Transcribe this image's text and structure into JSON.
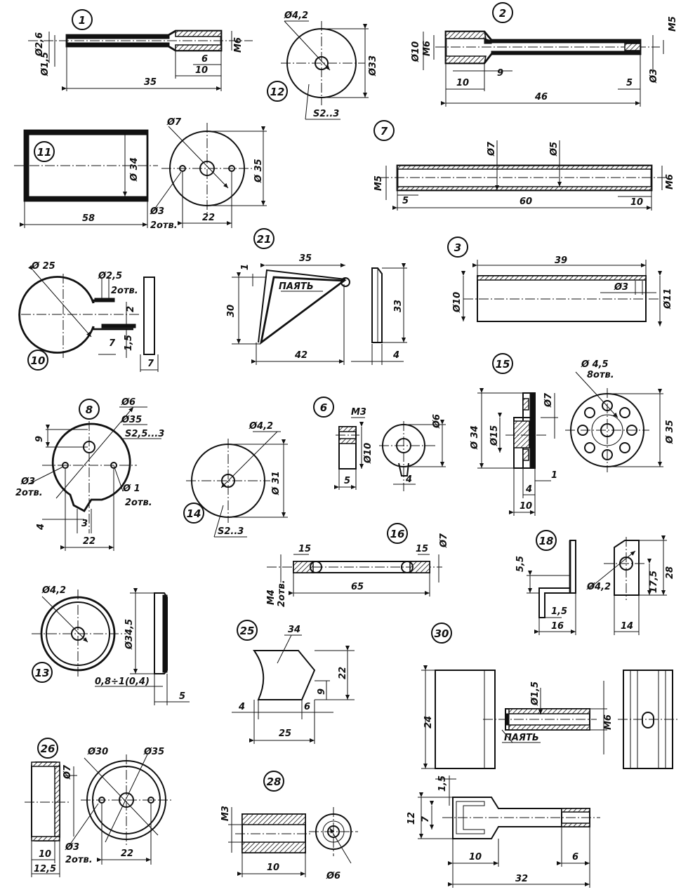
{
  "parts": [
    {
      "id": "p1",
      "number": "1",
      "dims": [
        "Ø2,6",
        "Ø1,5",
        "M6",
        "6",
        "10",
        "35"
      ]
    },
    {
      "id": "p12",
      "number": "12",
      "dims": [
        "Ø4,2",
        "Ø33",
        "S2..3"
      ]
    },
    {
      "id": "p2",
      "number": "2",
      "dims": [
        "Ø10",
        "M6",
        "9",
        "10",
        "46",
        "5",
        "M5",
        "Ø3"
      ]
    },
    {
      "id": "p11",
      "number": "11",
      "dims": [
        "Ø 34",
        "58",
        "Ø7",
        "Ø 35",
        "Ø3",
        "2отв.",
        "22"
      ]
    },
    {
      "id": "p7",
      "number": "7",
      "dims": [
        "Ø7",
        "Ø5",
        "M5",
        "M6",
        "5",
        "60",
        "10"
      ]
    },
    {
      "id": "p21",
      "number": "21",
      "dims": [
        "35",
        "1",
        "30",
        "ПАЯТЬ",
        "42",
        "33",
        "4"
      ]
    },
    {
      "id": "p3",
      "number": "3",
      "dims": [
        "39",
        "Ø10",
        "Ø3",
        "Ø11"
      ]
    },
    {
      "id": "p10",
      "number": "10",
      "dims": [
        "Ø 25",
        "Ø2,5",
        "2отв.",
        "2",
        "7",
        "1,5",
        "7"
      ]
    },
    {
      "id": "p8",
      "number": "8",
      "dims": [
        "Ø6",
        "Ø35",
        "S2,5...3",
        "9",
        "Ø3",
        "2отв.",
        "Ø 1",
        "2отв.",
        "4",
        "3",
        "22"
      ]
    },
    {
      "id": "p6",
      "number": "6",
      "dims": [
        "M3",
        "Ø10",
        "Ø6",
        "5",
        "4"
      ]
    },
    {
      "id": "p15",
      "number": "15",
      "dims": [
        "Ø 4,5",
        "8отв.",
        "Ø 34",
        "Ø15",
        "Ø7",
        "Ø 35",
        "1",
        "4",
        "10"
      ]
    },
    {
      "id": "p14",
      "number": "14",
      "dims": [
        "Ø4,2",
        "Ø 31",
        "S2..3"
      ]
    },
    {
      "id": "p16",
      "number": "16",
      "dims": [
        "15",
        "15",
        "Ø7",
        "M4",
        "2отв.",
        "65"
      ]
    },
    {
      "id": "p18",
      "number": "18",
      "dims": [
        "5,5",
        "1,5",
        "16",
        "Ø4,2",
        "17,5",
        "28",
        "14"
      ]
    },
    {
      "id": "p13",
      "number": "13",
      "dims": [
        "Ø4,2",
        "Ø34,5",
        "0,8÷1(0,4)",
        "5"
      ]
    },
    {
      "id": "p25",
      "number": "25",
      "dims": [
        "34",
        "22",
        "9",
        "4",
        "6",
        "25"
      ]
    },
    {
      "id": "p30",
      "number": "30",
      "dims": [
        "24",
        "Ø1,5",
        "M6",
        "ПАЯТЬ"
      ]
    },
    {
      "id": "p26",
      "number": "26",
      "dims": [
        "Ø7",
        "Ø30",
        "Ø35",
        "10",
        "12,5",
        "Ø3",
        "2отв.",
        "22"
      ]
    },
    {
      "id": "p28",
      "number": "28",
      "dims": [
        "M3",
        "10",
        "Ø6"
      ]
    },
    {
      "id": "p31",
      "number": "",
      "dims": [
        "1,5",
        "12",
        "7",
        "10",
        "6",
        "32"
      ]
    }
  ]
}
